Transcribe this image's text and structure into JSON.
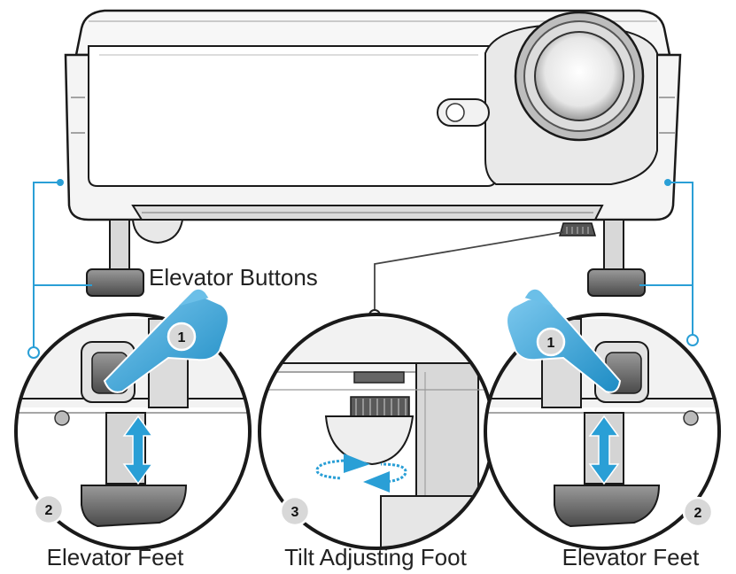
{
  "labels": {
    "elevator_buttons": "Elevator Buttons",
    "elevator_feet_left": "Elevator Feet",
    "tilt_adjusting_foot": "Tilt Adjusting Foot",
    "elevator_feet_right": "Elevator Feet"
  },
  "steps": {
    "left_button": "1",
    "left_foot": "2",
    "tilt_foot": "3",
    "right_button": "1",
    "right_foot": "2"
  },
  "colors": {
    "accent": "#2a9fd6",
    "outline": "#1a1a1a",
    "body": "#f4f4f4",
    "shade": "#c8c8c8"
  }
}
